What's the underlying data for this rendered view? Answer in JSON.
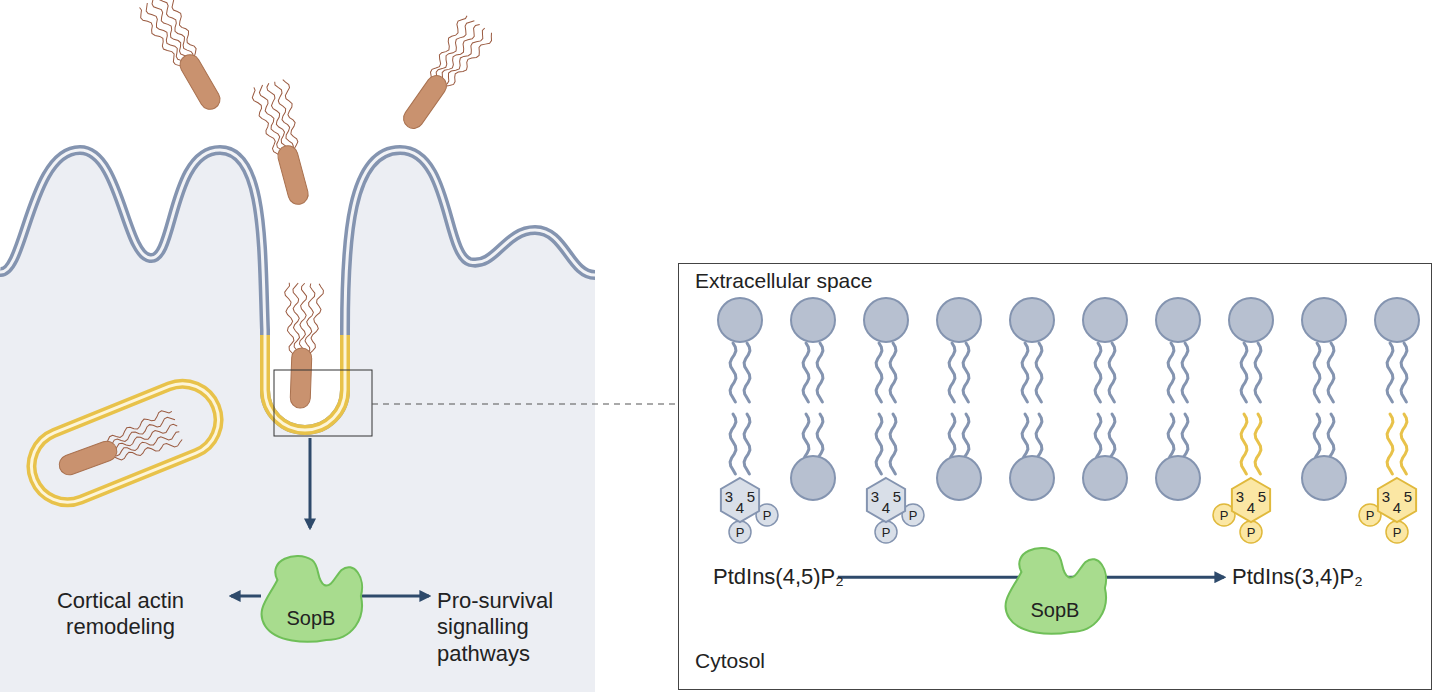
{
  "diagram": {
    "nodes": [
      {
        "text": [
          "SopB"
        ]
      },
      {
        "text": [
          "Cortical actin remodeling"
        ]
      },
      {
        "text": [
          "Pro-survival signalling pathways"
        ]
      },
      {
        "text": [
          "Extracellular space",
          "Cytosol"
        ]
      },
      {
        "text": [
          "PtdIns(4,5)P₂"
        ],
        "in": 3
      },
      {
        "text": [
          "SopB"
        ],
        "in": 3
      },
      {
        "text": [
          "PtdIns(3,4)P₂"
        ],
        "in": 3
      }
    ],
    "edges": [
      {
        "from": 0,
        "to": 1,
        "arrow": "to"
      },
      {
        "from": 0,
        "to": 2,
        "arrow": "to"
      },
      {
        "from": 4,
        "to": 6,
        "arrow": "to"
      }
    ],
    "labels": [
      "3",
      "4",
      "5",
      "P",
      "P",
      "3",
      "4",
      "5",
      "P",
      "P",
      "3",
      "4",
      "5",
      "P",
      "P",
      "3",
      "4",
      "5",
      "P",
      "P"
    ]
  }
}
